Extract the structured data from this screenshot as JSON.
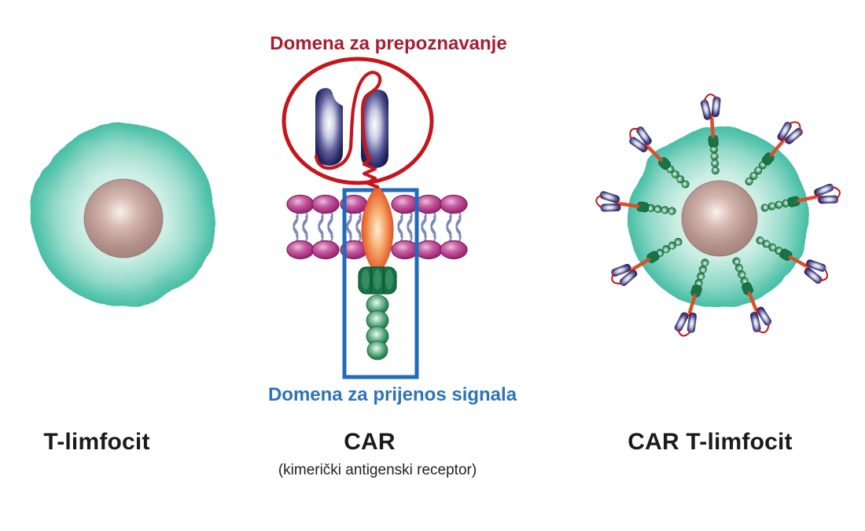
{
  "diagram": {
    "annotations": {
      "recognition": {
        "text": "Domena za prepoznavanje",
        "color": "#a81e2c"
      },
      "signaling": {
        "text": "Domena za prijenos signala",
        "color": "#2e74b5"
      }
    },
    "panels": [
      {
        "label": "T-limfocit"
      },
      {
        "label": "CAR",
        "sublabel": "(kimerički antigenski receptor)"
      },
      {
        "label": "CAR T-limfocit"
      }
    ],
    "car_receptors_on_cell": 9,
    "colors": {
      "background": "#ffffff",
      "cell_teal_edge": "#3eb8a0",
      "cell_teal_center": "#eefaf6",
      "nucleus_mauve": "#a37f7a",
      "recognition_outline_red": "#c4161c",
      "signaling_box_blue": "#1f6cb8",
      "membrane_head_magenta": "#a62d7d",
      "lipid_tail_gray_blue": "#7f88ba",
      "scfv_navy": "#1c1c5a",
      "transmembrane_orange": "#e85c2e",
      "signaling_green": "#1d7a4a",
      "label_black": "#1b1b1b"
    }
  }
}
